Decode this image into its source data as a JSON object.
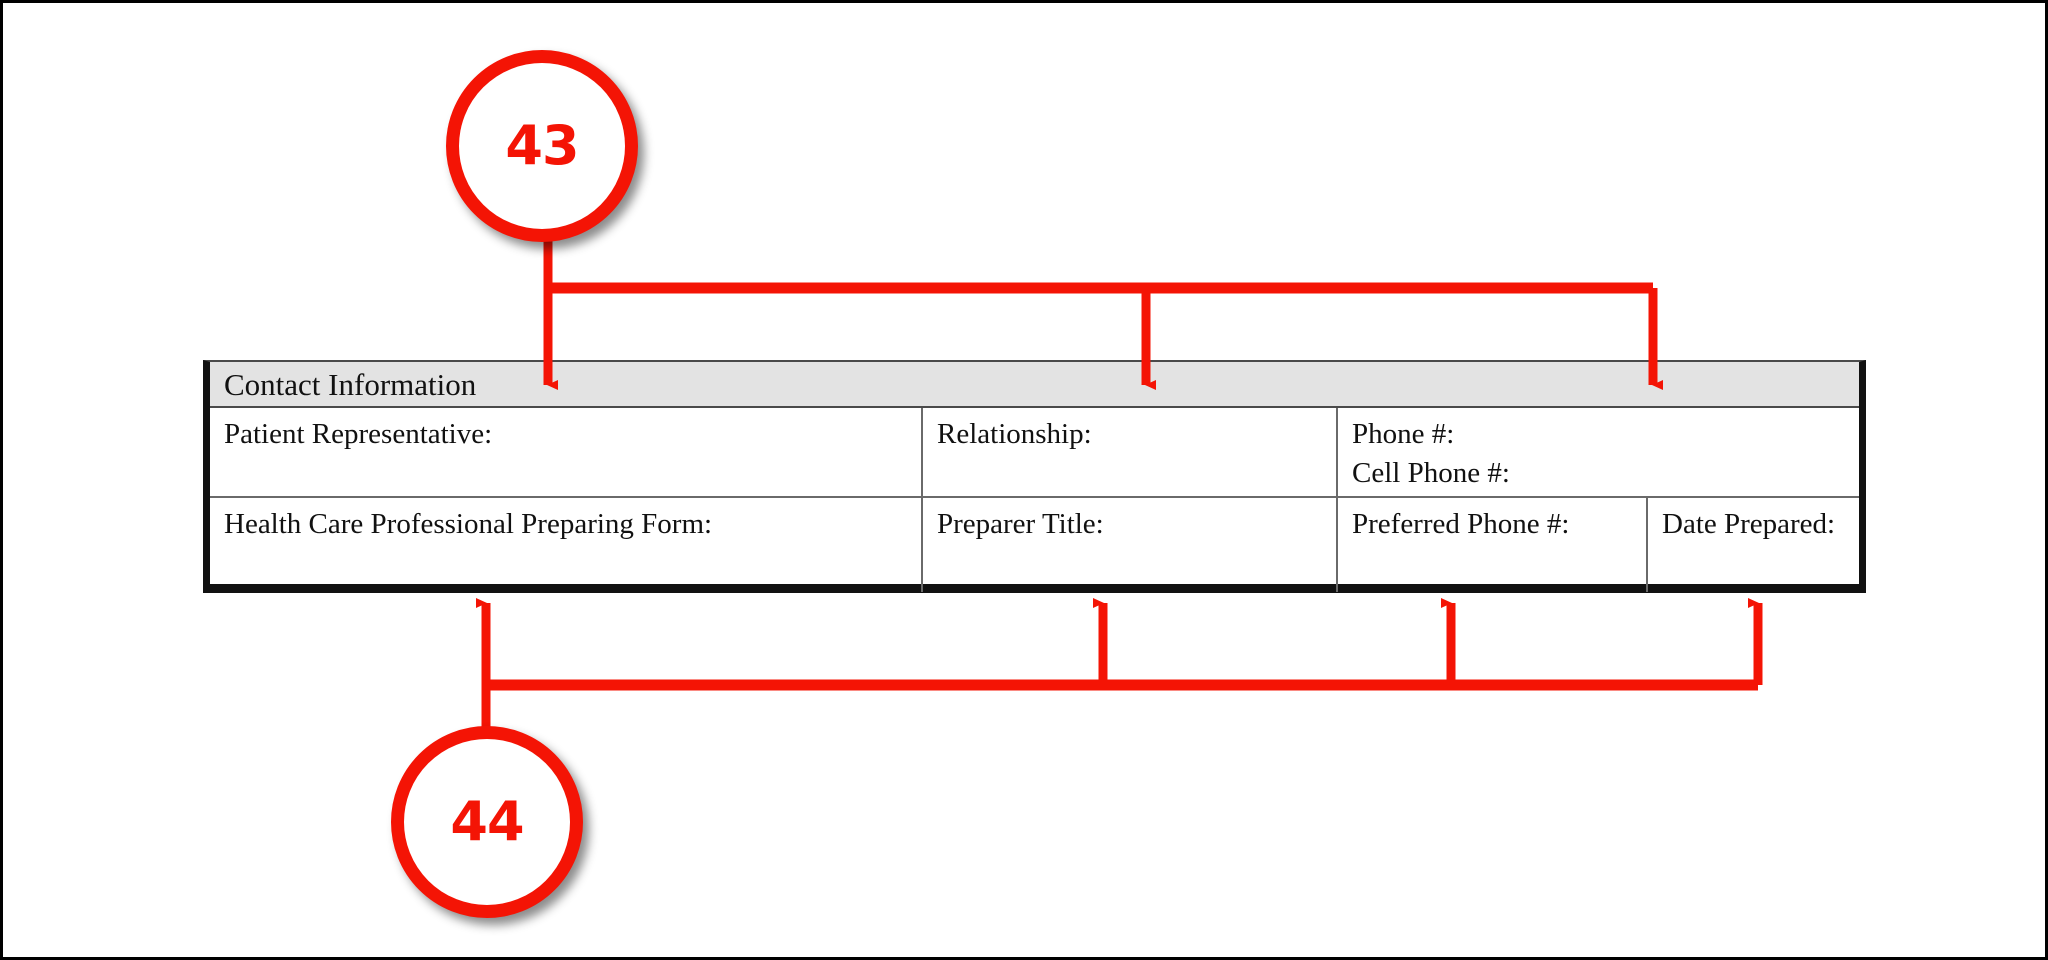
{
  "document": {
    "section_title": "Contact Information",
    "accent_color": "#f41405",
    "header_band_color": "#e3e3e3",
    "border_color": "#111111"
  },
  "table": {
    "rows": [
      {
        "id": "row-contact",
        "cells": [
          {
            "label": "Patient Representative:"
          },
          {
            "label": "Relationship:"
          },
          {
            "label": "Phone #:",
            "label2": "Cell Phone #:"
          }
        ]
      },
      {
        "id": "row-preparer",
        "cells": [
          {
            "label": "Health Care Professional Preparing Form:"
          },
          {
            "label": "Preparer Title:"
          },
          {
            "label": "Preferred Phone #:"
          },
          {
            "label": "Date Prepared:"
          }
        ]
      }
    ]
  },
  "annotations": {
    "callouts": [
      {
        "number": "43",
        "position": "top",
        "targets": [
          "Patient Representative:",
          "Relationship:",
          "Phone #: / Cell Phone #:"
        ]
      },
      {
        "number": "44",
        "position": "bottom",
        "targets": [
          "Health Care Professional Preparing Form:",
          "Preparer Title:",
          "Preferred Phone #:",
          "Date Prepared:"
        ]
      }
    ]
  }
}
